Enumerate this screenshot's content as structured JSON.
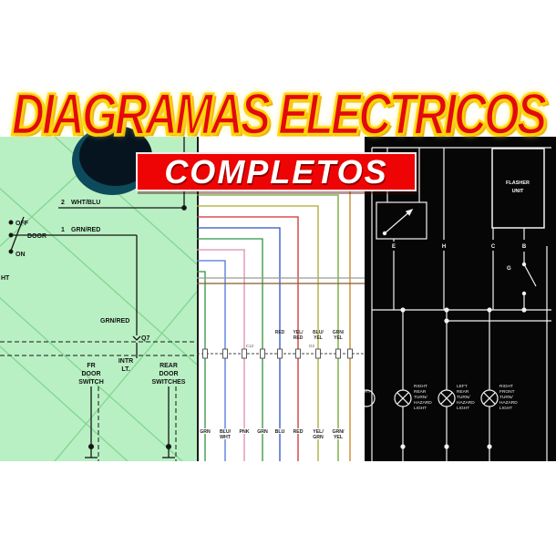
{
  "header": {
    "title": "DIAGRAMAS ELECTRICOS",
    "subtitle": "COMPLETOS"
  },
  "palette": {
    "title_text": "#e20a10",
    "title_outline": "#ffd400",
    "banner_bg": "#ee0404",
    "banner_text": "#ffffff",
    "left_panel_bg": "#b9f0c3",
    "middle_panel_bg": "#ffffff",
    "right_panel_bg": "#060606"
  },
  "left_diagram": {
    "pin2": "2",
    "pin2_wire": "WHT/BLU",
    "pin1": "1",
    "pin1_wire": "GRN/RED",
    "sw_off": "OFF",
    "sw_door": "DOOR",
    "sw_on": "ON",
    "partial_light": "HT",
    "wire_mid": "GRN/RED",
    "connector": "Q7",
    "fr_switch": [
      "FR",
      "DOOR",
      "SWITCH"
    ],
    "intr_lt": [
      "INTR",
      "LT."
    ],
    "rear_switches": [
      "REAR",
      "DOOR",
      "SWITCHES"
    ]
  },
  "middle_diagram": {
    "top_labels": [
      {
        "l1": "RED",
        "l2": ""
      },
      {
        "l1": "YEL/",
        "l2": "RED"
      },
      {
        "l1": "BLU/",
        "l2": "YEL"
      },
      {
        "l1": "GRN/",
        "l2": "YEL"
      }
    ],
    "pin_labels": [
      "C12",
      "G2"
    ],
    "wires": [
      {
        "l1": "GRN",
        "l2": "",
        "color": "#2f9440"
      },
      {
        "l1": "BLU/",
        "l2": "WHT",
        "color": "#4f74d8"
      },
      {
        "l1": "PNK",
        "l2": "",
        "color": "#e08ab4"
      },
      {
        "l1": "GRN",
        "l2": "",
        "color": "#2f9440"
      },
      {
        "l1": "BLU",
        "l2": "",
        "color": "#2c50c8"
      },
      {
        "l1": "RED",
        "l2": "",
        "color": "#d22f2f"
      },
      {
        "l1": "YEL/",
        "l2": "GRN",
        "color": "#a8ab2e"
      },
      {
        "l1": "GRN/",
        "l2": "YEL",
        "color": "#6fa32c"
      }
    ],
    "extra_wire_colors": [
      "#c8821e",
      "#9a9a9a",
      "#8a5a28"
    ]
  },
  "right_diagram": {
    "flasher_l1": "FLASHER",
    "flasher_l2": "UNIT",
    "terminals": [
      "E",
      "H",
      "C",
      "B"
    ],
    "g_label": "G",
    "partial_label": "HT",
    "lamps": [
      {
        "lines": [
          "RIGHT",
          "REAR",
          "TURN/",
          "HAZARD",
          "LIGHT"
        ]
      },
      {
        "lines": [
          "LEFT",
          "REAR",
          "TURN/",
          "HAZARD",
          "LIGHT"
        ]
      },
      {
        "lines": [
          "RIGHT",
          "FRONT",
          "TURN/",
          "HAZARD",
          "LIGHT"
        ]
      }
    ]
  }
}
